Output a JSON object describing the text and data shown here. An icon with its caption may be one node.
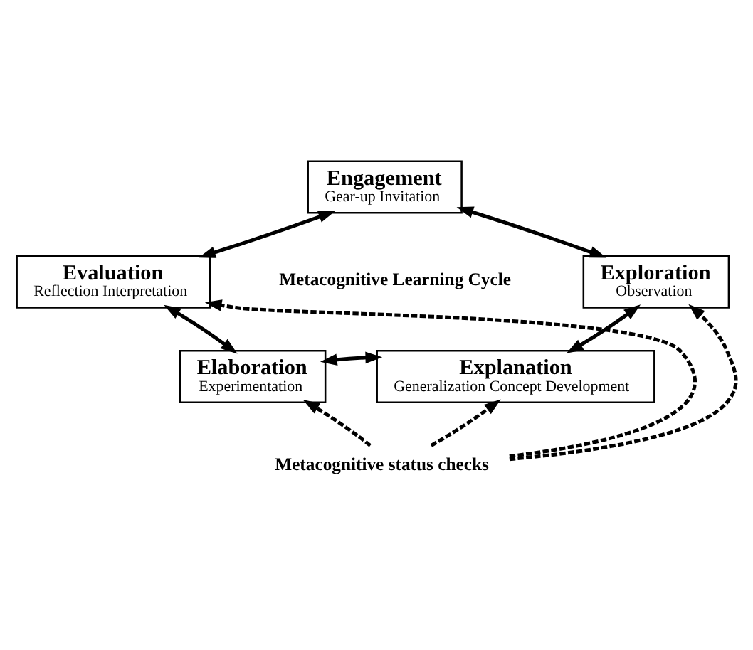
{
  "diagram": {
    "nodes": [
      {
        "text": [
          "Engagement",
          "Gear-up Invitation"
        ]
      },
      {
        "text": [
          "Evaluation",
          "Reflection Interpretation"
        ]
      },
      {
        "text": [
          "Exploration",
          "Observation"
        ]
      },
      {
        "text": [
          "Elaboration",
          "Experimentation"
        ]
      },
      {
        "text": [
          "Explanation",
          "Generalization Concept Development"
        ]
      },
      {
        "text": [
          "Metacognitive status checks"
        ]
      }
    ],
    "edges": [
      {
        "from": 0,
        "to": 1,
        "arrow": "both"
      },
      {
        "from": 0,
        "to": 2,
        "arrow": "both"
      },
      {
        "from": 2,
        "to": 4,
        "arrow": "both"
      },
      {
        "from": 3,
        "to": 4,
        "arrow": "both"
      },
      {
        "from": 1,
        "to": 3,
        "arrow": "both"
      },
      {
        "from": 5,
        "to": 3,
        "arrow": "to",
        "style": "dashed"
      },
      {
        "from": 5,
        "to": 4,
        "arrow": "to",
        "style": "dashed"
      },
      {
        "from": 5,
        "to": 1,
        "arrow": "to",
        "style": "dashed"
      },
      {
        "from": 5,
        "to": 2,
        "arrow": "to",
        "style": "dashed"
      }
    ],
    "labels": [
      "Metacognitive Learning Cycle"
    ]
  }
}
